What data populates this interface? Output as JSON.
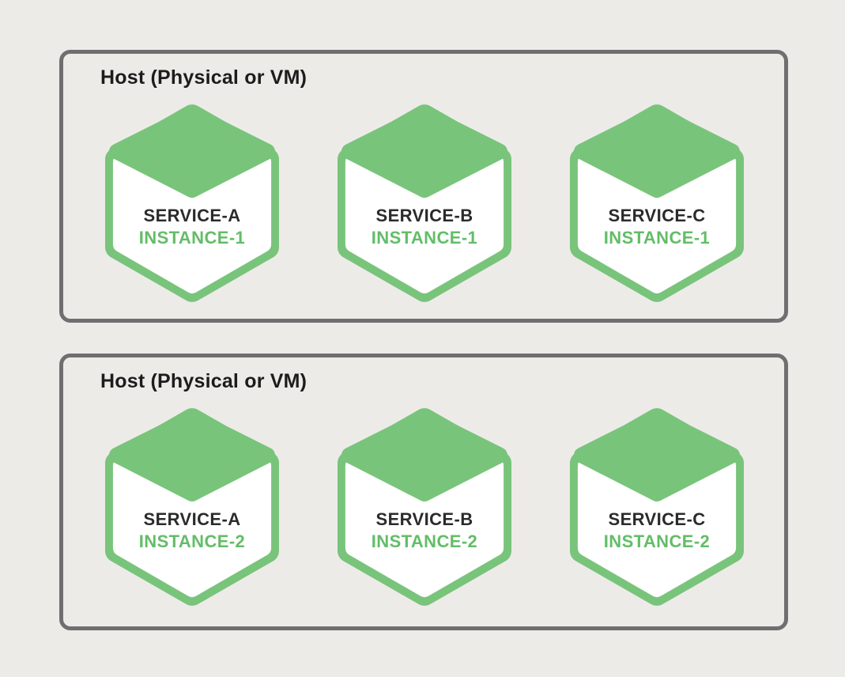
{
  "colors": {
    "background": "#EDEBE8",
    "hexagon_green": "#79C47B",
    "instance_green": "#63BD67",
    "service_text": "#2B2B2B",
    "host_border": "#6F6F6F",
    "host_title": "#1C1C1C"
  },
  "hosts": [
    {
      "title": "Host (Physical or VM)",
      "services": [
        {
          "service": "SERVICE-A",
          "instance": "INSTANCE-1"
        },
        {
          "service": "SERVICE-B",
          "instance": "INSTANCE-1"
        },
        {
          "service": "SERVICE-C",
          "instance": "INSTANCE-1"
        }
      ]
    },
    {
      "title": "Host (Physical or VM)",
      "services": [
        {
          "service": "SERVICE-A",
          "instance": "INSTANCE-2"
        },
        {
          "service": "SERVICE-B",
          "instance": "INSTANCE-2"
        },
        {
          "service": "SERVICE-C",
          "instance": "INSTANCE-2"
        }
      ]
    }
  ]
}
